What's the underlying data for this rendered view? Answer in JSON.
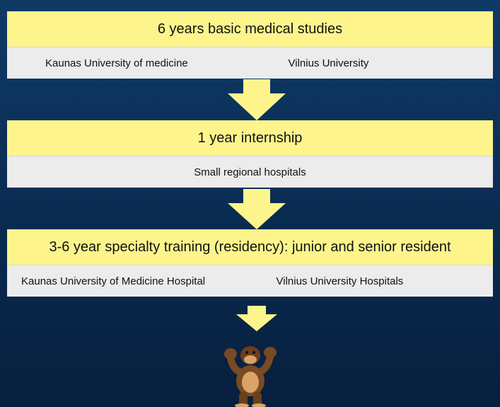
{
  "stages": [
    {
      "title": "6 years basic medical studies",
      "places": [
        "Kaunas University of medicine",
        "Vilnius University"
      ]
    },
    {
      "title": "1 year  internship",
      "places": [
        "Small regional hospitals"
      ]
    },
    {
      "title": "3-6 year specialty training (residency): junior and senior resident",
      "places": [
        "Kaunas University of Medicine Hospital",
        "Vilnius University Hospitals"
      ]
    }
  ],
  "colors": {
    "stage_title": "#fdf58c",
    "stage_sub": "#ececec",
    "arrow": "#fdf58c"
  },
  "mascot_icon": "gorilla-flexing-icon"
}
